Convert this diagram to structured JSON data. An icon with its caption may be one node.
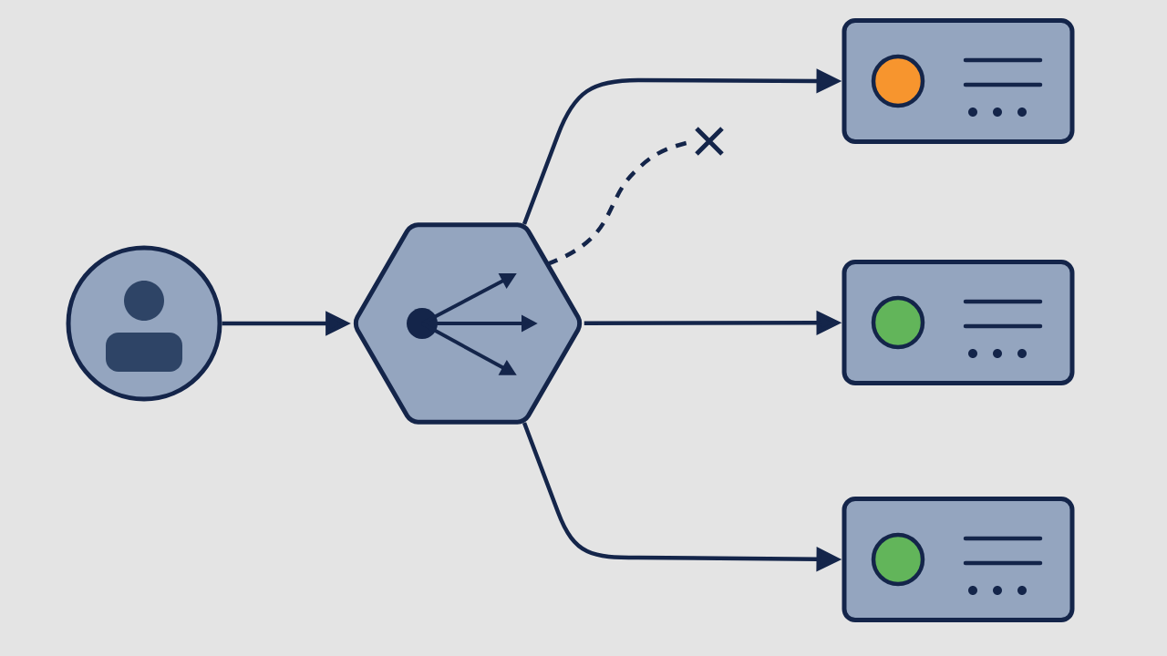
{
  "diagram": {
    "nodes": [
      {
        "text": [],
        "shape": "person"
      },
      {
        "text": [],
        "shape": "hexagon"
      },
      {
        "text": [],
        "shape": "box"
      },
      {
        "text": [],
        "shape": "box"
      },
      {
        "text": [],
        "shape": "box"
      },
      {
        "text": [],
        "shape": "cross"
      }
    ],
    "edges": [
      {
        "from": 0,
        "to": 1,
        "arrow": "to"
      },
      {
        "from": 1,
        "to": 2,
        "arrow": "to"
      },
      {
        "from": 1,
        "to": 3,
        "arrow": "to"
      },
      {
        "from": 1,
        "to": 4,
        "arrow": "to"
      },
      {
        "from": 1,
        "to": 5,
        "arrow": "none",
        "style": "dashed"
      }
    ]
  }
}
